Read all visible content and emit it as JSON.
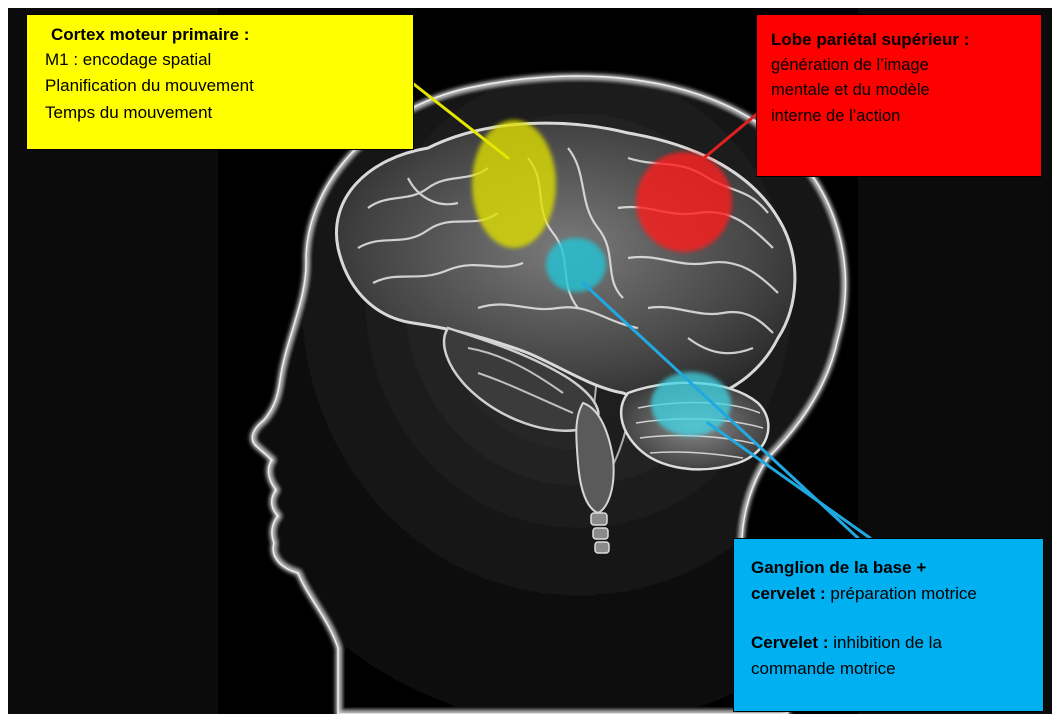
{
  "colors": {
    "motor": "#ffff00",
    "parietal": "#ff0000",
    "ganglia": "#00b0f0",
    "background": "#000000"
  },
  "labels": {
    "motor": {
      "title": "Cortex moteur primaire :",
      "lines": [
        "M1 : encodage spatial",
        "Planification du mouvement",
        "Temps du mouvement"
      ]
    },
    "parietal": {
      "title": "Lobe pariétal supérieur :",
      "lines": [
        "génération de l’image",
        "mentale et du modèle",
        "interne de l’action"
      ]
    },
    "ganglia": {
      "title1": "Ganglion de la base +",
      "title2": "cervelet :",
      "text1": " préparation motrice",
      "title3": "Cervelet :",
      "text2": " inhibition de la",
      "text3": "commande motrice"
    }
  }
}
